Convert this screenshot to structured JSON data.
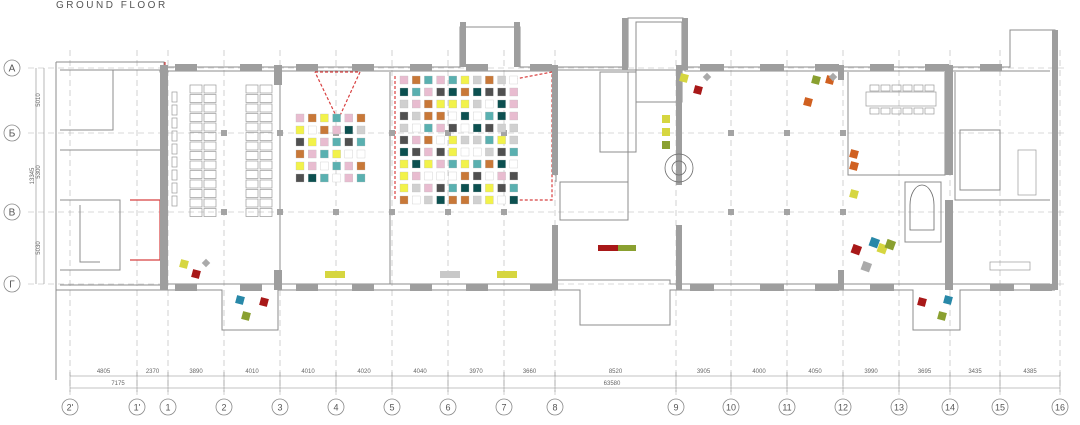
{
  "title": "GROUND FLOOR",
  "rows": [
    {
      "id": "row-a",
      "label": "А"
    },
    {
      "id": "row-b",
      "label": "Б"
    },
    {
      "id": "row-v",
      "label": "В"
    },
    {
      "id": "row-g",
      "label": "Г"
    }
  ],
  "row_dims": [
    "5010",
    "5300",
    "13345",
    "5030"
  ],
  "columns": [
    {
      "id": "col-2p",
      "label": "2'"
    },
    {
      "id": "col-1p",
      "label": "1'"
    },
    {
      "id": "col-1",
      "label": "1"
    },
    {
      "id": "col-2",
      "label": "2"
    },
    {
      "id": "col-3",
      "label": "3"
    },
    {
      "id": "col-4",
      "label": "4"
    },
    {
      "id": "col-5",
      "label": "5"
    },
    {
      "id": "col-6",
      "label": "6"
    },
    {
      "id": "col-7",
      "label": "7"
    },
    {
      "id": "col-8",
      "label": "8"
    },
    {
      "id": "col-9",
      "label": "9"
    },
    {
      "id": "col-10",
      "label": "10"
    },
    {
      "id": "col-11",
      "label": "11"
    },
    {
      "id": "col-12",
      "label": "12"
    },
    {
      "id": "col-13",
      "label": "13"
    },
    {
      "id": "col-14",
      "label": "14"
    },
    {
      "id": "col-15",
      "label": "15"
    },
    {
      "id": "col-16",
      "label": "16"
    }
  ],
  "col_dims": [
    "4805",
    "2370",
    "3890",
    "4010",
    "4010",
    "4020",
    "4040",
    "3970",
    "3660",
    "8520",
    "3905",
    "4000",
    "4050",
    "3990",
    "3695",
    "3435",
    "4385"
  ],
  "overall_dims": [
    "7175",
    "63580"
  ],
  "colors": {
    "wall": "#9a9a9a",
    "line": "#8c8c8c",
    "grid": "#b4b4b4",
    "red_accent": "#d84040",
    "palette": [
      "#f2f24a",
      "#5ab0b0",
      "#0c5050",
      "#e8bcd0",
      "#c87838",
      "#505050",
      "#d0d0d0",
      "#ffffff"
    ],
    "decor_yellow": "#d6d640",
    "decor_red": "#a81818",
    "decor_green": "#8aa030",
    "decor_teal": "#2888a8",
    "decor_orange": "#d06020"
  }
}
